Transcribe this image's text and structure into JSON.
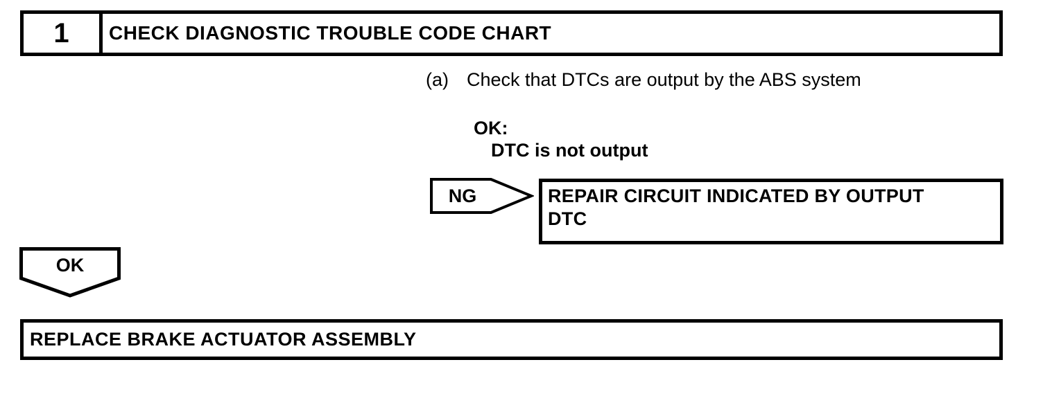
{
  "palette": {
    "ink": "#000000",
    "paper": "#ffffff"
  },
  "step": {
    "number": "1",
    "title": "CHECK DIAGNOSTIC TROUBLE CODE CHART"
  },
  "instruction": {
    "marker": "(a)",
    "text": "Check that DTCs are output by the ABS system"
  },
  "ok_condition": {
    "label": "OK:",
    "detail": "DTC is not output"
  },
  "ng_branch": {
    "arrow_label": "NG",
    "action_lines": {
      "0": "REPAIR CIRCUIT INDICATED BY OUTPUT",
      "1": "DTC"
    }
  },
  "ok_branch": {
    "arrow_label": "OK"
  },
  "final_action": {
    "text": "REPLACE BRAKE ACTUATOR ASSEMBLY"
  }
}
